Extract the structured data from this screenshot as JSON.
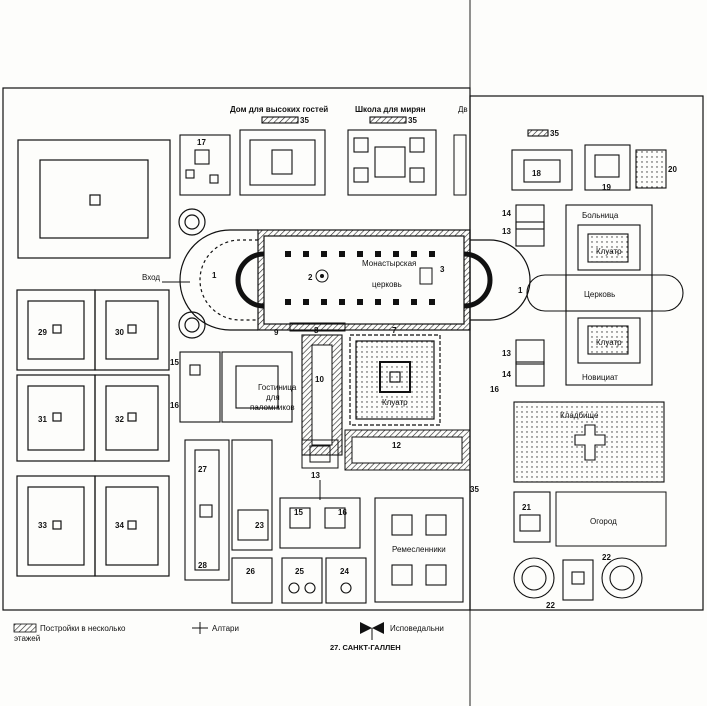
{
  "labels": {
    "guest_house": "Дом для высоких гостей",
    "lay_school": "Школа для мирян",
    "entrance": "Вход",
    "church_line1": "Монастырская",
    "church_line2": "церковь",
    "cloister": "Клуатр",
    "pilgrim_line1": "Гостиница",
    "pilgrim_line2": "для",
    "pilgrim_line3": "паломников",
    "hospital": "Больница",
    "church_small": "Церковь",
    "cloister_small_1": "Клуатр",
    "cloister_small_2": "Клуатр",
    "novitiate": "Новициат",
    "cemetery": "Кладбище",
    "garden": "Огород",
    "craftsmen": "Ремесленники",
    "door_partial": "Дв"
  },
  "numbers": {
    "n1a": "1",
    "n1b": "1",
    "n2": "2",
    "n3": "3",
    "n7": "7",
    "n8": "8",
    "n9": "9",
    "n10": "10",
    "n12": "12",
    "n13a": "13",
    "n13b": "13",
    "n13c": "13",
    "n14a": "14",
    "n14b": "14",
    "n15a": "15",
    "n15b": "15",
    "n16a": "16",
    "n16b": "16",
    "n16c": "16",
    "n17": "17",
    "n18": "18",
    "n19": "19",
    "n20": "20",
    "n21": "21",
    "n22a": "22",
    "n22b": "22",
    "n23": "23",
    "n24": "24",
    "n25": "25",
    "n26": "26",
    "n27": "27",
    "n28": "28",
    "n29": "29",
    "n30": "30",
    "n31": "31",
    "n32": "32",
    "n33": "33",
    "n34": "34",
    "n35a": "35",
    "n35b": "35",
    "n35c": "35",
    "n35d": "35"
  },
  "legend": {
    "multi_storey_line1": "Постройки в несколько",
    "multi_storey_line2": "этажей",
    "altars": "Алтари",
    "confessionals": "Исповедальни"
  },
  "caption": "27. САНКТ-ГАЛЛЕН"
}
